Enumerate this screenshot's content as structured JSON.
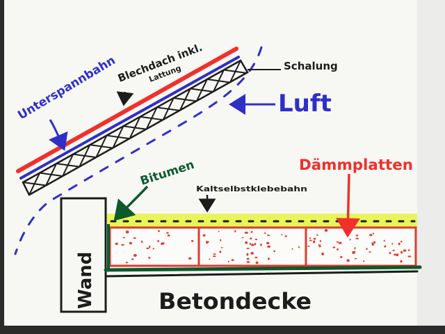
{
  "labels": {
    "unterspannbahn": "Unterspannbahn",
    "blechdach_line1": "Blechdach inkl.",
    "blechdach_line2": "Lattung",
    "schalung": "Schalung",
    "luft": "Luft",
    "bitumen": "Bitumen",
    "kaltselbstklebebahn": "Kaltselbstklebebahn",
    "daemmplatten": "Dämmplatten",
    "wand": "Wand",
    "betondecke": "Betondecke"
  },
  "colors": {
    "paper": "#f7f7f4",
    "blue": "#2f2fc8",
    "red": "#f0302a",
    "green": "#0c5a2c",
    "black": "#1c1c1c",
    "yellow": "#e8f55a",
    "insulation_red": "#e23a2c"
  },
  "icons": {
    "arrow": "arrow-icon"
  }
}
